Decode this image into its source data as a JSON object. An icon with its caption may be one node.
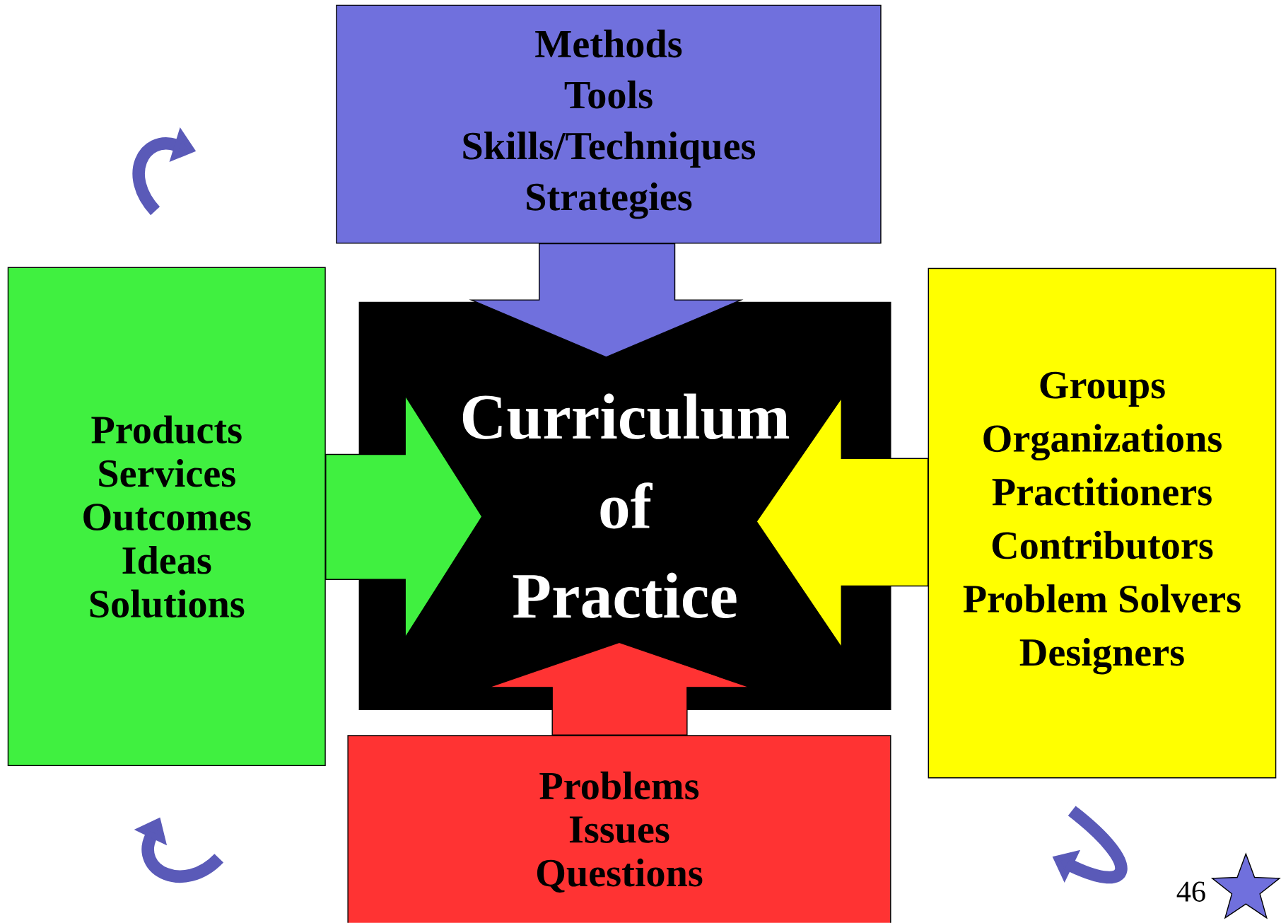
{
  "diagram": {
    "nodes": [
      {
        "text": [
          "Methods",
          "Tools",
          "Skills/Techniques",
          "Strategies"
        ]
      },
      {
        "text": [
          "Products",
          "Services",
          "Outcomes",
          "Ideas",
          "Solutions"
        ]
      },
      {
        "text": [
          "Curriculum of Practice"
        ]
      },
      {
        "text": [
          "Groups",
          "Organizations",
          "Practitioners",
          "Contributors",
          "Problem Solvers",
          "Designers"
        ]
      },
      {
        "text": [
          "Problems",
          "Issues",
          "Questions"
        ]
      }
    ],
    "edges": [
      {
        "from": 0,
        "to": 2,
        "arrow": "to"
      },
      {
        "from": 1,
        "to": 2,
        "arrow": "to"
      },
      {
        "from": 3,
        "to": 2,
        "arrow": "to"
      },
      {
        "from": 4,
        "to": 2,
        "arrow": "to"
      }
    ],
    "labels": [
      "46"
    ]
  }
}
